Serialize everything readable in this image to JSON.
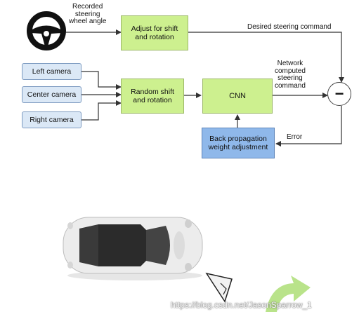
{
  "labels": {
    "recorded": "Recorded\nsteering\nwheel angle",
    "desired": "Desired steering command",
    "network": "Network\ncomputed\nsteering\ncommand",
    "error": "Error",
    "minus": "−"
  },
  "boxes": {
    "adjust": "Adjust for shift\nand rotation",
    "random": "Random shift\nand rotation",
    "cnn": "CNN",
    "backprop": "Back propagation\nweight adjustment"
  },
  "cameras": [
    "Left camera",
    "Center camera",
    "Right camera"
  ],
  "watermark": "https://blog.csdn.net/JasonSparrow_1",
  "colors": {
    "green_box": "#cdf08f",
    "camera_box": "#dbe8f6",
    "backprop_box": "#8fb8ea",
    "car_body": "#ececec",
    "roof": "#2b2b2b",
    "turn_arrow": "#b9e38a"
  },
  "icons": [
    "steering-wheel-icon",
    "car-image",
    "camera-view-icon",
    "turn-arrow-icon"
  ]
}
